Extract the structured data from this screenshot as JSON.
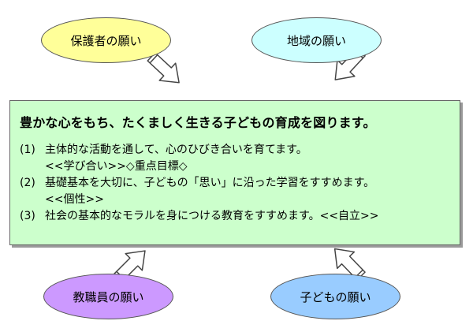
{
  "colors": {
    "guardians_fill": "#ffff99",
    "community_fill": "#ccffff",
    "staff_fill": "#cc99ff",
    "children_fill": "#99ccff",
    "box_fill": "#ccffcc",
    "arrow_fill": "#ffffff",
    "arrow_stroke": "#444444"
  },
  "wishes": {
    "guardians": "保護者の願い",
    "community": "地域の願い",
    "staff": "教職員の願い",
    "children": "子どもの願い"
  },
  "goal": {
    "title": "豊かな心をもち、たくましく生きる子どもの育成を図ります。",
    "items": [
      {
        "num": "(1)",
        "text": "主体的な活動を通して、心のひびき合いを育てます。",
        "sub": "<<学び合い>>◇重点目標◇"
      },
      {
        "num": "(2)",
        "text": "基礎基本を大切に、子どもの「思い」に沿った学習をすすめます。",
        "sub": "<<個性>>"
      },
      {
        "num": "(3)",
        "text": "社会の基本的なモラルを身につける教育をすすめます。<<自立>>",
        "sub": ""
      }
    ]
  }
}
